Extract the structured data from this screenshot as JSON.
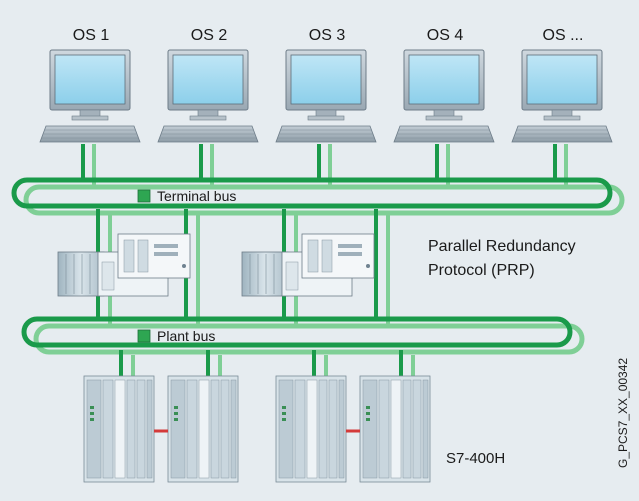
{
  "operator_stations": [
    "OS 1",
    "OS 2",
    "OS 3",
    "OS 4",
    "OS ..."
  ],
  "buses": {
    "terminal": "Terminal bus",
    "plant": "Plant bus"
  },
  "prp_label": {
    "line1": "Parallel Redundancy",
    "line2": "Protocol (PRP)"
  },
  "controller_label": "S7-400H",
  "figure_id": "G_PCS7_XX_00342",
  "colors": {
    "background": "#e6ecf0",
    "bus_dark": "#1a9a4a",
    "bus_light": "#7fcf96",
    "legend_square": "#2ea652",
    "sync_link": "#d43a3a"
  },
  "icons": {
    "station": "pc-workstation-icon",
    "switch": "network-switch-icon",
    "controller": "plc-rack-icon"
  }
}
